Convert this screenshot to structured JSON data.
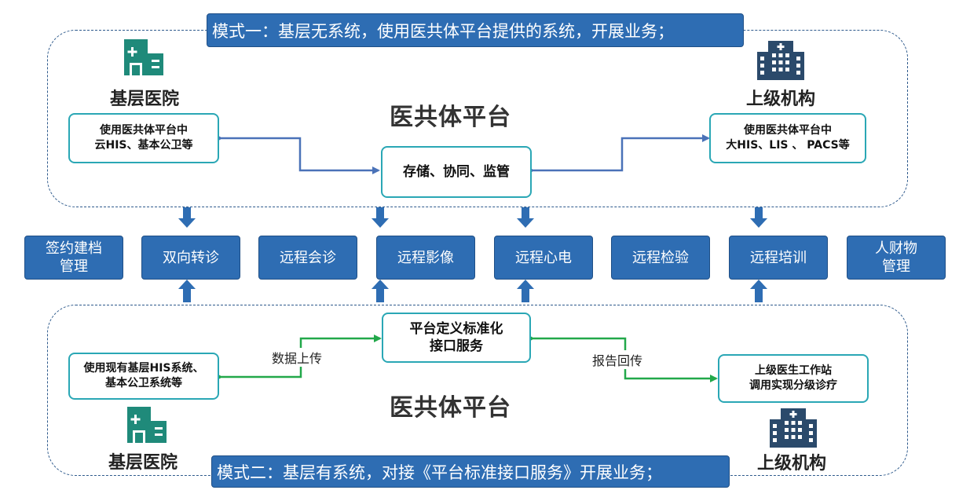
{
  "mode1": {
    "banner": "模式一：基层无系统，使用医共体平台提供的系统，开展业务；",
    "platform_title": "医共体平台",
    "left_site": {
      "label": "基层医院",
      "box_lines": [
        "使用医共体平台中",
        "云HIS、基本公卫等"
      ]
    },
    "right_site": {
      "label": "上级机构",
      "box_lines": [
        "使用医共体平台中",
        "大HIS、LIS 、 PACS等"
      ]
    },
    "center_box": "存储、协同、监管"
  },
  "services": [
    [
      "签约建档",
      "管理"
    ],
    [
      "双向转诊"
    ],
    [
      "远程会诊"
    ],
    [
      "远程影像"
    ],
    [
      "远程心电"
    ],
    [
      "远程检验"
    ],
    [
      "远程培训"
    ],
    [
      "人财物",
      "管理"
    ]
  ],
  "mode2": {
    "banner": "模式二：基层有系统，对接《平台标准接口服务》开展业务；",
    "platform_title": "医共体平台",
    "center_box_lines": [
      "平台定义标准化",
      "接口服务"
    ],
    "left_site": {
      "label": "基层医院",
      "box_lines": [
        "使用现有基层HIS系统、",
        "基本公卫系统等"
      ]
    },
    "right_site": {
      "label": "上级机构",
      "box_lines": [
        "上级医生工作站",
        "调用实现分级诊疗"
      ]
    },
    "left_flow_label": "数据上传",
    "right_flow_label": "报告回传"
  },
  "colors": {
    "banner_blue": "#2e6db3",
    "teal_border": "#2aa7b5",
    "green_icon": "#1f8a7a",
    "navy_icon": "#2b4a6b",
    "blue_arrow": "#4a72b8",
    "green_arrow": "#22a84a"
  },
  "icons": [
    "clinic-icon",
    "hospital-building-icon"
  ]
}
